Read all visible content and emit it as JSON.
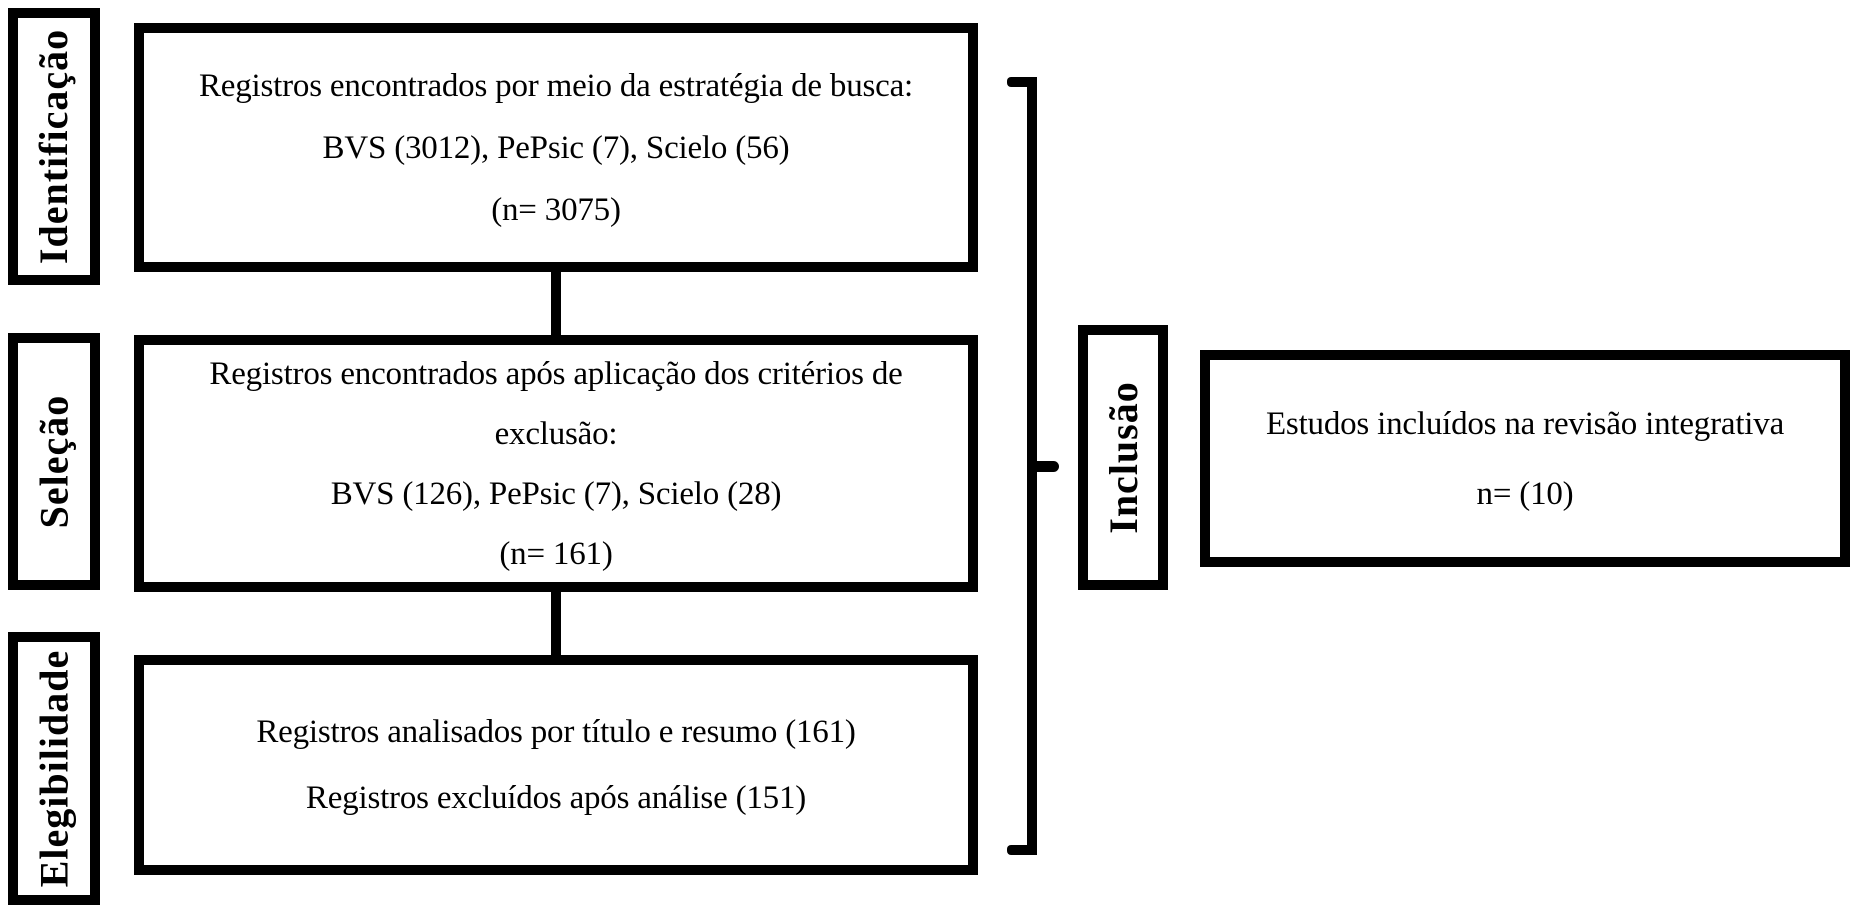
{
  "figure": {
    "background": "#ffffff",
    "ink": "#000000",
    "stages": [
      {
        "id": "identificacao",
        "label": "Identificação"
      },
      {
        "id": "selecao",
        "label": "Seleção"
      },
      {
        "id": "elegibilidade",
        "label": "Elegibilidade"
      },
      {
        "id": "inclusao",
        "label": "Inclusão"
      }
    ],
    "boxes": {
      "identification": {
        "line1": "Registros encontrados por meio da estratégia de busca:",
        "line2": "BVS (3012), PePsic (7), Scielo (56)",
        "line3": "(n= 3075)"
      },
      "selection": {
        "line1": "Registros encontrados após aplicação dos critérios de",
        "line2": "exclusão:",
        "line3": "BVS (126), PePsic (7), Scielo (28)",
        "line4": "(n= 161)"
      },
      "eligibility": {
        "line1": "Registros analisados por título e resumo (161)",
        "line2": "Registros excluídos após análise (151)"
      },
      "inclusion_result": {
        "line1": "Estudos incluídos na revisão integrativa",
        "line2": "n= (10)"
      }
    }
  }
}
